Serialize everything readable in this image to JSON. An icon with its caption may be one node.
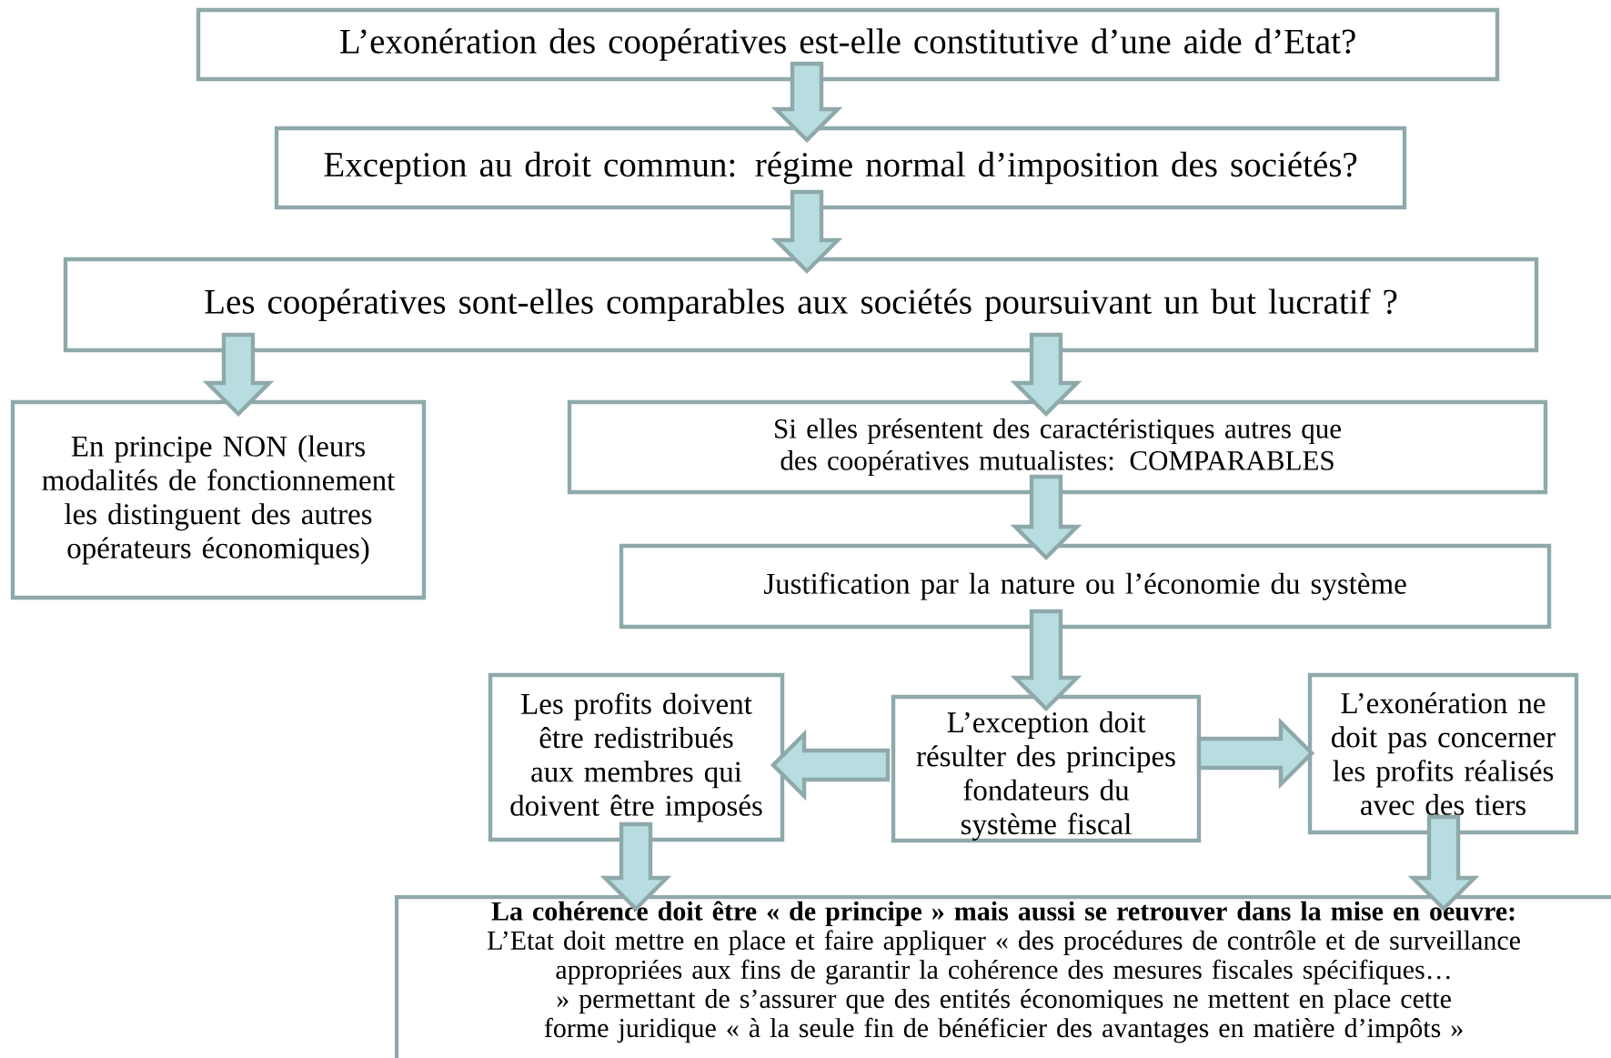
{
  "diagram": {
    "nodes": [
      {
        "text": [
          "L’exonération des coopératives est-elle constitutive d’une aide d’Etat?"
        ]
      },
      {
        "text": [
          "Exception au droit commun: régime normal d’imposition des sociétés?"
        ]
      },
      {
        "text": [
          "Les coopératives sont-elles comparables aux sociétés poursuivant un but lucratif ?"
        ]
      },
      {
        "text": [
          "En principe NON (leurs modalités de fonctionnement les distinguent des autres opérateurs économiques)"
        ]
      },
      {
        "text": [
          "Si elles présentent des caractéristiques autres que des coopératives mutualistes: COMPARABLES"
        ]
      },
      {
        "text": [
          "Justification par la nature ou l’économie du système"
        ]
      },
      {
        "text": [
          "Les profits doivent être redistribués aux membres qui doivent être imposés"
        ]
      },
      {
        "text": [
          "L’exception doit résulter des principes fondateurs du système fiscal"
        ]
      },
      {
        "text": [
          "L’exonération ne doit pas concerner les profits réalisés avec des tiers"
        ]
      },
      {
        "text": [
          "La cohérence doit être « de principe » mais aussi se retrouver dans la mise en oeuvre:",
          "L’Etat doit mettre en place et faire appliquer « des procédures de contrôle et de surveillance appropriées aux fins de garantir la cohérence des mesures fiscales spécifiques… » permettant de s’assurer que des entités économiques ne mettent en place cette forme juridique « à la seule fin de bénéficier des avantages en matière d’impôts »"
        ]
      }
    ],
    "edges": [
      {
        "from": 0,
        "to": 1,
        "arrow": "to"
      },
      {
        "from": 1,
        "to": 2,
        "arrow": "to"
      },
      {
        "from": 2,
        "to": 3,
        "arrow": "to"
      },
      {
        "from": 2,
        "to": 4,
        "arrow": "to"
      },
      {
        "from": 4,
        "to": 5,
        "arrow": "to"
      },
      {
        "from": 5,
        "to": 7,
        "arrow": "to"
      },
      {
        "from": 7,
        "to": 6,
        "arrow": "to"
      },
      {
        "from": 7,
        "to": 8,
        "arrow": "to"
      },
      {
        "from": 6,
        "to": 9,
        "arrow": "to"
      },
      {
        "from": 8,
        "to": 9,
        "arrow": "to"
      }
    ]
  }
}
